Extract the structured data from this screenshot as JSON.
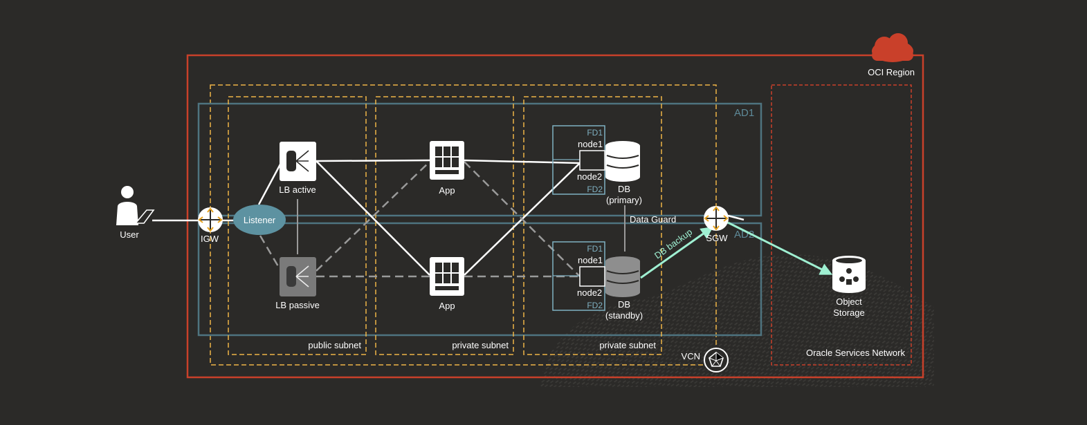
{
  "region": {
    "label": "OCI Region"
  },
  "availability_domains": {
    "ad1": "AD1",
    "ad2": "AD2"
  },
  "subnets": {
    "public": "public subnet",
    "private_app": "private subnet",
    "private_db": "private subnet"
  },
  "vcn": {
    "label": "VCN"
  },
  "osn": {
    "label": "Oracle Services Network"
  },
  "user": {
    "label": "User"
  },
  "igw": {
    "label": "IGW"
  },
  "listener": {
    "label": "Listener"
  },
  "lb_active": {
    "label": "LB active"
  },
  "lb_passive": {
    "label": "LB passive"
  },
  "app_top": {
    "label": "App"
  },
  "app_bottom": {
    "label": "App"
  },
  "db_primary": {
    "fd1": "FD1",
    "node1": "node1",
    "node2": "node2",
    "fd2": "FD2",
    "line1": "DB",
    "line2": "(primary)"
  },
  "db_standby": {
    "fd1": "FD1",
    "node1": "node1",
    "node2": "node2",
    "fd2": "FD2",
    "line1": "DB",
    "line2": "(standby)"
  },
  "data_guard": {
    "label": "Data Guard"
  },
  "db_backup": {
    "label": "DB backup"
  },
  "sgw": {
    "label": "SGW"
  },
  "object_storage": {
    "line1": "Object",
    "line2": "Storage"
  },
  "colors": {
    "region": "#c9402a",
    "subnet": "#f0b547",
    "ad": "#4e7480",
    "osn": "#c9402a",
    "backup": "#9ff0d2"
  }
}
